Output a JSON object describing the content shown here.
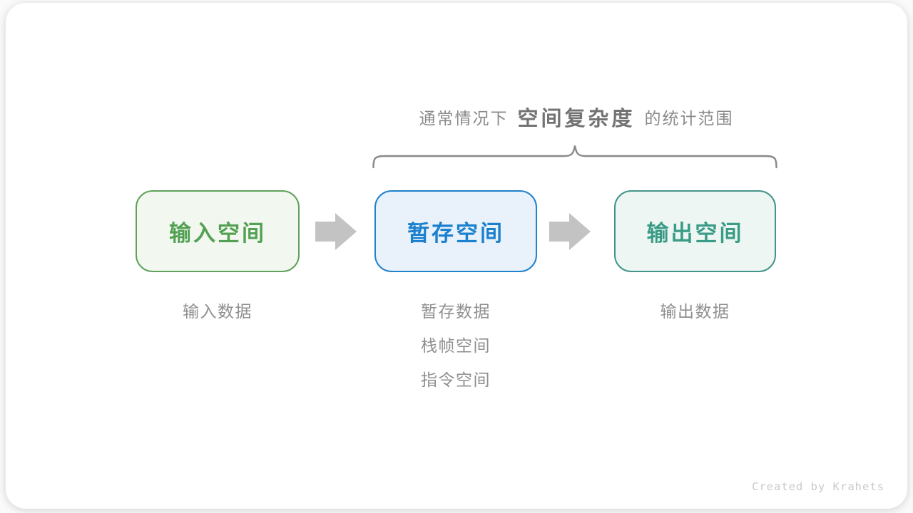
{
  "scope_label": {
    "prefix": "通常情况下",
    "highlight": "空间复杂度",
    "suffix": "的统计范围"
  },
  "boxes": [
    {
      "label": "输入空间",
      "theme": "green"
    },
    {
      "label": "暂存空间",
      "theme": "blue"
    },
    {
      "label": "输出空间",
      "theme": "teal"
    }
  ],
  "notes": {
    "input": [
      "输入数据"
    ],
    "temp": [
      "暂存数据",
      "栈帧空间",
      "指令空间"
    ],
    "output": [
      "输出数据"
    ]
  },
  "credit": "Created by Krahets",
  "colors": {
    "green_text": "#53a053",
    "green_border": "#5fa25c",
    "green_bg": "#f2f8f0",
    "blue_text": "#1b80cd",
    "blue_border": "#1f82cc",
    "blue_bg": "#e9f2fb",
    "teal_text": "#3a9c86",
    "teal_border": "#43948a",
    "teal_bg": "#edf6f3",
    "arrow_gray": "#c3c3c3",
    "brace_gray": "#898989",
    "note_gray": "#8f8f8f",
    "credit_gray": "#c9c9c9"
  }
}
